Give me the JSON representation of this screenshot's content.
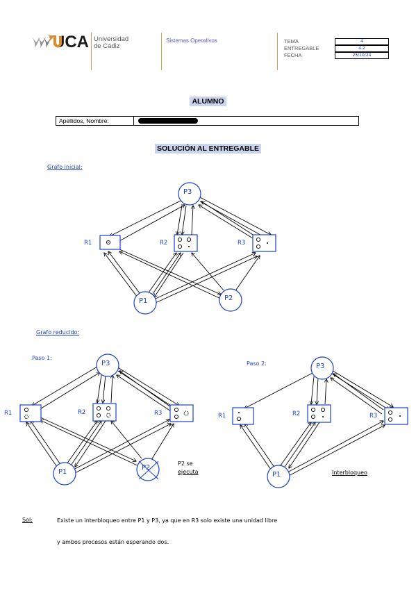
{
  "header": {
    "logo_text": "UCA",
    "university_line1": "Universidad",
    "university_line2": "de Cádiz",
    "course": "Sistemas Operativos",
    "labels": {
      "tema": "TEMA",
      "entregable": "ENTREGABLE",
      "fecha": "FECHA"
    },
    "values": {
      "tema": "4",
      "entregable": "4.2",
      "fecha": "25/10/24"
    }
  },
  "student": {
    "section_title": "ALUMNO",
    "name_label": "Apellidos, Nombre:"
  },
  "solution": {
    "section_title": "SOLUCIÓN AL ENTREGABLE",
    "initial_graph_label": "Grafo inicial:",
    "reduced_graph_label": "Grafo reducido:",
    "step1_label": "Paso 1:",
    "step2_label": "Paso 2:",
    "p2_note_line1": "P2 se",
    "p2_note_line2": "ejecuta",
    "deadlock_label": "Interbloqueo",
    "conclusion_label": "Sol:",
    "conclusion_line1": "Existe un interbloqueo entre P1 y P3, ya que en R3 solo existe una unidad libre",
    "conclusion_line2": "y ambos procesos están esperando dos."
  },
  "nodes": {
    "p1": "P1",
    "p2": "P2",
    "p3": "P3",
    "r1": "R1",
    "r2": "R2",
    "r3": "R3"
  },
  "colors": {
    "accent_blue": "#1a3fcf",
    "header_orange": "#d89a54",
    "title_highlight": "#c9d5ef"
  }
}
